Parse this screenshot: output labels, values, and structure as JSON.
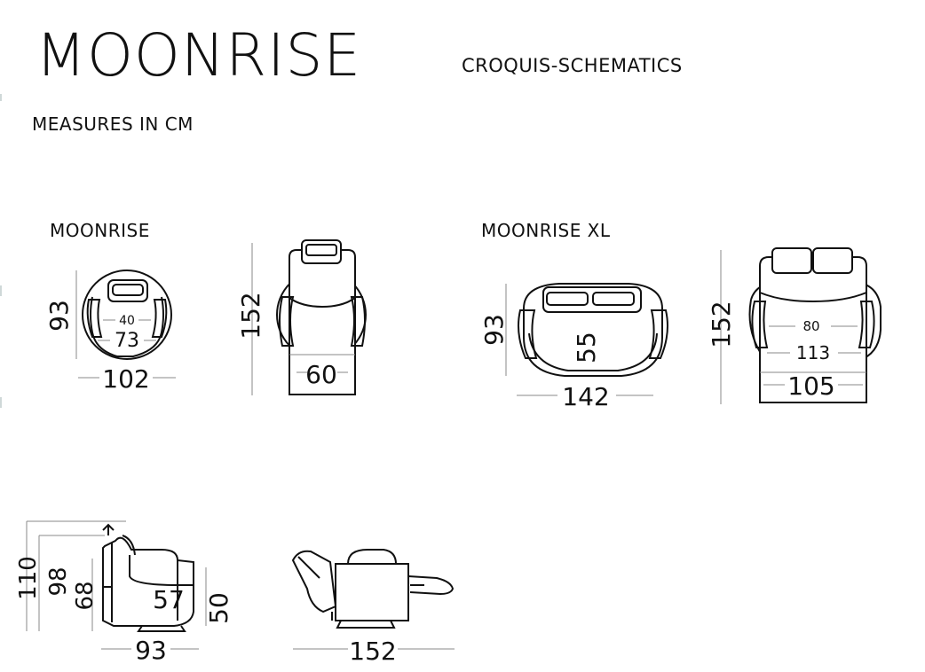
{
  "header": {
    "brand": "MOONRISE",
    "subtitle": "CROQUIS-SCHEMATICS",
    "units": "MEASURES IN CM"
  },
  "models": [
    {
      "name": "MOONRISE"
    },
    {
      "name": "MOONRISE XL"
    }
  ],
  "dimensions": {
    "moonrise_top": {
      "depth": "93",
      "inner_seat": "40",
      "seat_width": "73",
      "width": "102"
    },
    "moonrise_open": {
      "length": "152",
      "width": "60"
    },
    "xl_top": {
      "depth": "93",
      "seat_depth": "55",
      "width": "142"
    },
    "xl_open": {
      "length": "152",
      "inner_seat": "80",
      "seat_width": "113",
      "width": "105"
    },
    "side": {
      "max_height": "110",
      "height": "98",
      "arm_height": "68",
      "seat_depth": "57",
      "seat_height": "50",
      "depth": "93"
    },
    "side_open": {
      "length": "152"
    }
  },
  "colors": {
    "line": "#111111",
    "guide": "#888888",
    "page": "#ffffff"
  }
}
